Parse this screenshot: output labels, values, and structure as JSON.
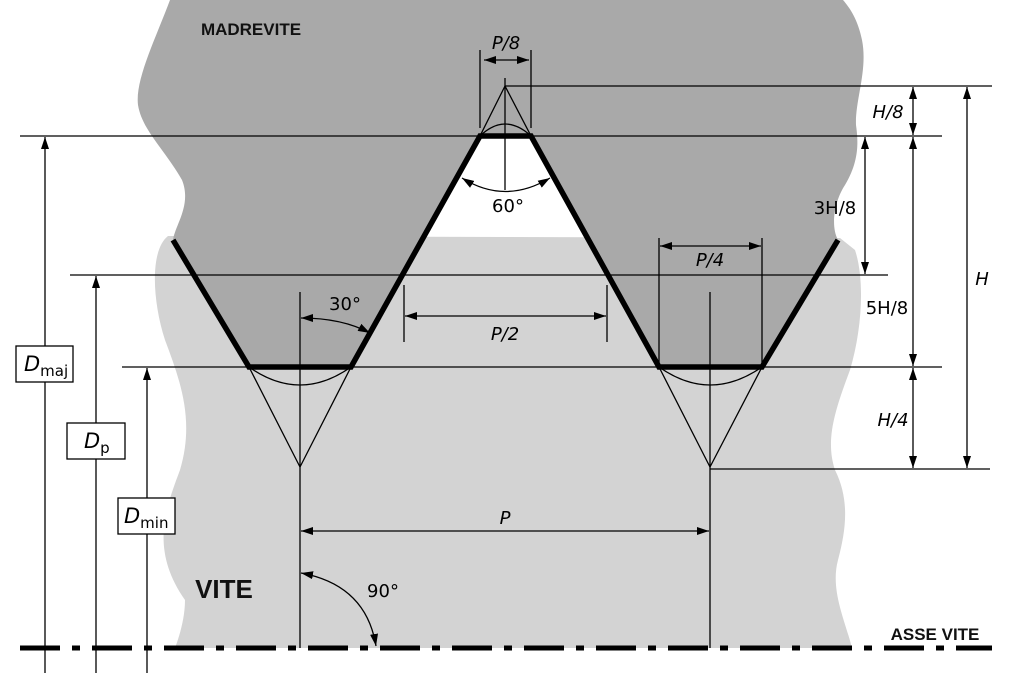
{
  "labels": {
    "nut": "MADREVITE",
    "screw": "VITE",
    "axis": "ASSE VITE",
    "p8": "P/8",
    "p4": "P/4",
    "p2": "P/2",
    "p": "P",
    "angle60": "60°",
    "angle30": "30°",
    "angle90": "90°",
    "h8": "H/8",
    "h3_8": "3H/8",
    "h5_8": "5H/8",
    "h4": "H/4",
    "h": "H",
    "dmaj": {
      "main": "D",
      "sub": "maj"
    },
    "dp": {
      "main": "D",
      "sub": "p"
    },
    "dmin": {
      "main": "D",
      "sub": "min"
    }
  },
  "colors": {
    "nut_fill": "#a9a9a9",
    "screw_fill": "#d3d3d3",
    "line": "#000000"
  }
}
